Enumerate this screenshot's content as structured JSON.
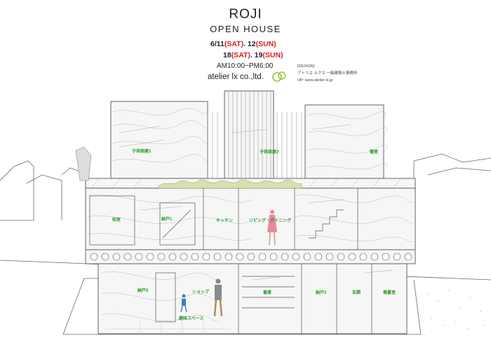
{
  "header": {
    "title": "ROJI",
    "subtitle": "OPEN HOUSE",
    "dates_line1": {
      "date": "6/11",
      "sat": "(SAT)",
      "sep": ". 12",
      "sun": "(SUN)"
    },
    "dates_line2": {
      "date": "18",
      "sat": "(SAT)",
      "sep": ". 19",
      "sun": "(SUN)"
    },
    "time": "AM10:00~PM6:00",
    "brand": "atelier lx co.,ltd."
  },
  "design_credit": {
    "label": "[DESIGN]",
    "office": "アトリエ ルクス 一級建築士事務所",
    "homepage": "HP: www.atelier-lx.jp"
  },
  "rooms": {
    "kodomo1": "子供部屋1",
    "kodomo2": "子供部屋2",
    "shinshitsu": "寝室",
    "washitsu": "和室",
    "nando1": "納戸1",
    "kitchen": "キッチン",
    "living": "リビング・ダイニング",
    "nando2": "納戸2",
    "shop": "ショップ",
    "hobby": "趣味スペース",
    "shosai": "書斎",
    "nando3": "納戸3",
    "genkan": "玄関",
    "storage": "備蓄室"
  },
  "colors": {
    "accent_red": "#d62020",
    "room_label_green": "#2a9a2a",
    "logo_green": "#8cc63f",
    "figure_pink": "#e88a9a",
    "figure_blue": "#3a7fc0",
    "line": "#555555"
  }
}
